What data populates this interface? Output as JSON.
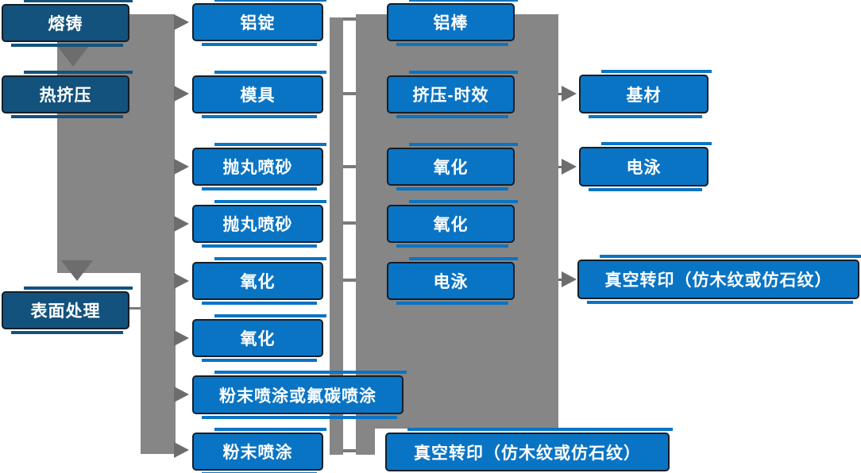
{
  "colors": {
    "blue": "#0a74c4",
    "navy": "#13527d",
    "edge": "#151e28",
    "band": "#868686",
    "arrow": "#6d6d6d",
    "tickc": "#7a7a7a"
  },
  "diagram": {
    "column1": {
      "melting": "熔铸",
      "hot_extrusion": "热挤压",
      "surface_treatment": "表面处理"
    },
    "column2": {
      "aluminum_ingot": "铝锭",
      "mold": "模具",
      "shot_blasting_1": "抛丸喷砂",
      "shot_blasting_2": "抛丸喷砂",
      "oxidation_1": "氧化",
      "oxidation_2": "氧化",
      "powder_or_fluorocarbon_coating": "粉末喷涂或氟碳喷涂",
      "powder_coating": "粉末喷涂"
    },
    "column3": {
      "aluminum_rod": "铝棒",
      "extrusion_aging": "挤压-时效",
      "oxidation_1": "氧化",
      "oxidation_2": "氧化",
      "electrophoresis": "电泳",
      "vacuum_transfer": "真空转印（仿木纹或仿石纹）"
    },
    "column4": {
      "base_material": "基材",
      "electrophoresis": "电泳",
      "vacuum_transfer": "真空转印（仿木纹或仿石纹）"
    }
  }
}
